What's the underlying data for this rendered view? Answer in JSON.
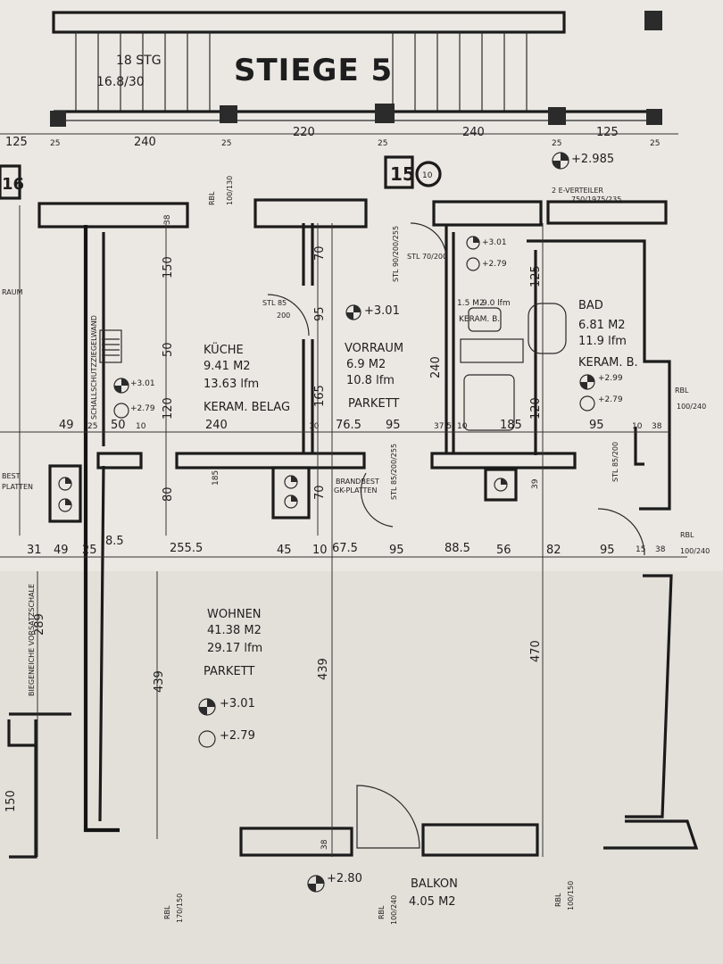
{
  "header": {
    "stair_title": "STIEGE 5",
    "stair_steps": "18 STG",
    "stair_ratio": "16.8/30",
    "unit_number": "15",
    "unit_marker": "10",
    "neighbor_unit": "16"
  },
  "top_dimensions": [
    "125",
    "25",
    "240",
    "25",
    "220",
    "25",
    "240",
    "25",
    "125",
    "25"
  ],
  "rooms": {
    "kueche": {
      "name": "KÜCHE",
      "area": "9.41 M2",
      "perimeter": "13.63 lfm",
      "floor": "KERAM. BELAG"
    },
    "vorraum": {
      "name": "VORRAUM",
      "area": "6.9 M2",
      "perimeter": "10.8 lfm",
      "floor": "PARKETT"
    },
    "wc": {
      "area": "1.5 M2",
      "perimeter": "9.0 lfm",
      "floor": "KERAM. B."
    },
    "bad": {
      "name": "BAD",
      "area": "6.81 M2",
      "perimeter": "11.9 lfm",
      "floor": "KERAM. B."
    },
    "wohnen": {
      "name": "WOHNEN",
      "area": "41.38 M2",
      "perimeter": "29.17 lfm",
      "floor": "PARKETT"
    },
    "balkon": {
      "name": "BALKON",
      "area": "4.05 M2"
    }
  },
  "levels": {
    "stair_landing": "+2.985",
    "kueche_a": "+3.01",
    "kueche_b": "+2.79",
    "vorraum": "+3.01",
    "wc_a": "+3.01",
    "wc_b": "+2.79",
    "bad_a": "+2.99",
    "bad_b": "+2.79",
    "wohnen_a": "+3.01",
    "wohnen_b": "+2.79",
    "balkon": "+2.80"
  },
  "openings": {
    "e_verteiler": "2 E-VERTEILER",
    "e_verteiler_size": "750/1975/235",
    "door_kueche": "STL 85",
    "door_kueche_h": "200",
    "door_wc": "STL 70/200",
    "door_side": "STL 90/200/255",
    "door_bad": "STL 85/200",
    "door_vorraum": "STL 85/200/255",
    "brandbest": "BRANDBEST",
    "gk_platten": "GK-PLATTEN",
    "window_right_a": "RBL",
    "window_right_a_size": "100/240",
    "window_right_b": "RBL",
    "window_right_b_size": "100/240",
    "window_left": "RBL",
    "window_left_size": "170/150",
    "window_mid": "RBL",
    "window_mid_size": "100/240",
    "window_bot_right": "RBL",
    "window_bot_right_size": "100/150",
    "kitchen_top": "RBL",
    "kitchen_top_size": "100/130",
    "schall": "SCHALLSCHUTZZIEGELWAND",
    "vorsatz": "BIEGENEICHE VORSATZSCHALE",
    "raum_left": "RAUM",
    "best_left": "BEST",
    "platten_left": "PLATTEN"
  },
  "row_dimensions": [
    "49",
    "25",
    "50",
    "10",
    "240",
    "10",
    "76.5",
    "95",
    "37.5",
    "10",
    "185",
    "95",
    "10",
    "38"
  ],
  "lower_dimensions": [
    "31",
    "49",
    "25",
    "8.5",
    "255.5",
    "45",
    "10",
    "67.5",
    "95",
    "88.5",
    "56",
    "82",
    "95",
    "15",
    "38"
  ],
  "vertical_dimensions": {
    "k1": "150",
    "k2": "50",
    "k3": "120",
    "k4": "80",
    "k5": "38",
    "k6": "185",
    "v1": "70",
    "v2": "95",
    "v3": "165",
    "v4": "70",
    "w1": "240",
    "b1": "125",
    "b2": "120",
    "b3": "39",
    "h1": "439",
    "h2": "439",
    "h3": "470",
    "h4": "289",
    "h5": "150",
    "h6": "38"
  }
}
